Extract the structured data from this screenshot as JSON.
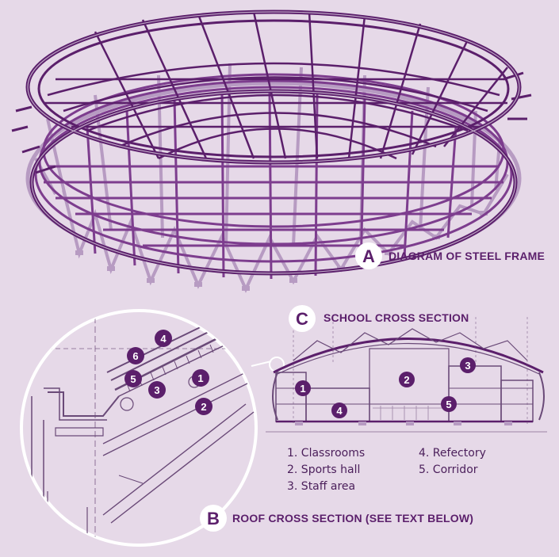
{
  "section_a": {
    "letter": "A",
    "caption": "DIAGRAM OF STEEL FRAME"
  },
  "section_b": {
    "letter": "B",
    "caption": "ROOF CROSS SECTION (SEE TEXT BELOW)"
  },
  "section_c": {
    "letter": "C",
    "caption": "SCHOOL CROSS SECTION"
  },
  "detail_markers": [
    "4",
    "6",
    "5",
    "3",
    "1",
    "2"
  ],
  "cross_section_markers": [
    "1",
    "2",
    "3",
    "4",
    "5"
  ],
  "legend": {
    "left": [
      "1. Classrooms",
      "2. Sports hall",
      "3. Staff area"
    ],
    "right": [
      "4. Refectory",
      "5. Corridor"
    ]
  },
  "colors": {
    "background": "#e6d9e8",
    "frame_dark": "#5b1f6b",
    "frame_light": "#b79bc2",
    "marker_fill": "#5b1f6b",
    "badge_fill": "#ffffff"
  }
}
